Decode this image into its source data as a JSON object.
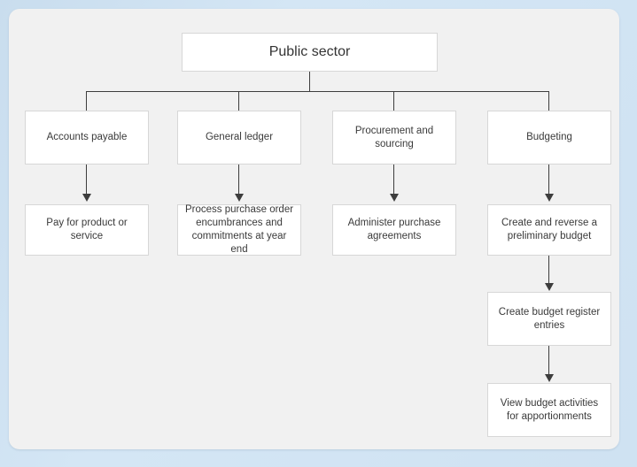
{
  "diagram": {
    "title": "Public sector",
    "background_color": "#cfe2f2",
    "panel_color": "#f1f1f1",
    "node_fill": "#ffffff",
    "node_border": "#d7d7d7",
    "connector_color": "#3d3d3d",
    "nodes": {
      "root": "Public sector",
      "accounts_payable": "Accounts payable",
      "general_ledger": "General ledger",
      "procurement_and_sourcing": "Procurement and sourcing",
      "budgeting": "Budgeting",
      "pay_for_product_or_service": "Pay for product or service",
      "process_purchase_order": "Process purchase order encumbrances and commitments at year end",
      "administer_purchase_agreements": "Administer purchase agreements",
      "create_and_reverse_preliminary_budget": "Create and reverse a preliminary budget",
      "create_budget_register_entries": "Create budget register entries",
      "view_budget_activities": "View budget activities for apportionments"
    }
  }
}
